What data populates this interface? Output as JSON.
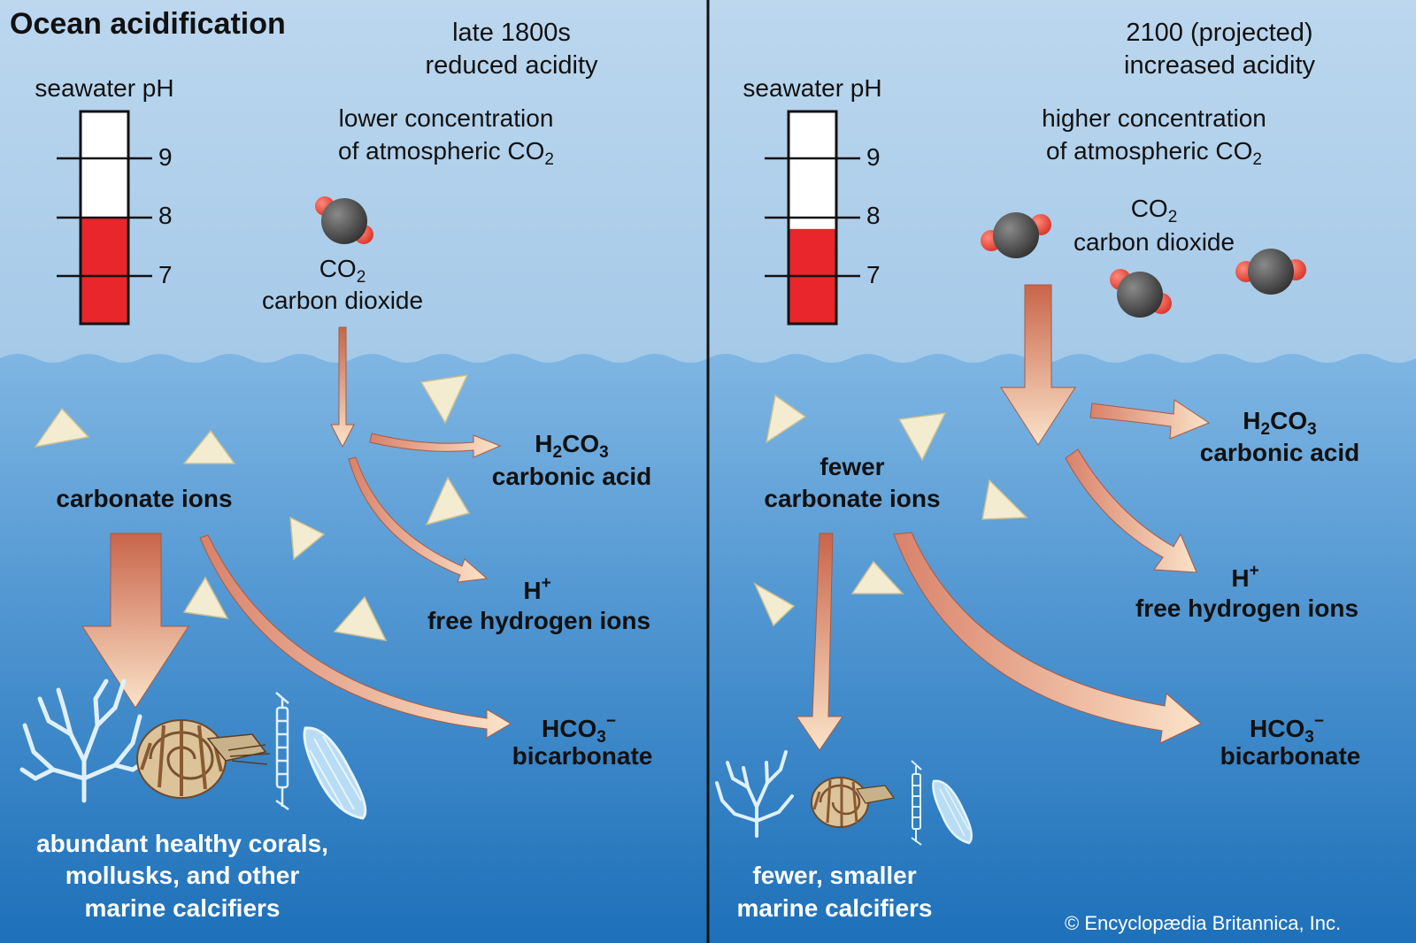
{
  "title": "Ocean acidification",
  "credit": "© Encyclopædia Britannica, Inc.",
  "colors": {
    "sky_top": "#bcd7ee",
    "sky_bottom": "#a4c9e8",
    "water_top": "#7fb6e3",
    "water_bottom": "#1d70b9",
    "arrow_dark": "#c8654a",
    "arrow_light": "#fbe3c8",
    "ph_red": "#e8262b",
    "divider": "#111111"
  },
  "panels": [
    {
      "era": "late 1800s",
      "acidity": "reduced acidity",
      "ph_label": "seawater pH",
      "ph_ticks": [
        "9",
        "8",
        "7"
      ],
      "ph_level": 8.0,
      "atmo_line1": "lower concentration",
      "atmo_line2_text": "of atmospheric CO",
      "atmo_line2_sub": "2",
      "co2_text": "CO",
      "co2_sub": "2",
      "co2_name": "carbon dioxide",
      "carbonate_label": [
        "carbonate ions"
      ],
      "acid_pre": "H",
      "acid_sub1": "2",
      "acid_mid": "CO",
      "acid_sub2": "3",
      "acid_name": "carbonic acid",
      "hydrogen_text": "H",
      "hydrogen_sup": "+",
      "hydrogen_name": "free hydrogen ions",
      "bicarb_text": "HCO",
      "bicarb_sub": "3",
      "bicarb_sup": "−",
      "bicarb_name": "bicarbonate",
      "calcifier_label": [
        "abundant healthy corals,",
        "mollusks, and other",
        "marine calcifiers"
      ],
      "molecule_count": 1
    },
    {
      "era": "2100 (projected)",
      "acidity": "increased acidity",
      "ph_label": "seawater pH",
      "ph_ticks": [
        "9",
        "8",
        "7"
      ],
      "ph_level": 7.8,
      "atmo_line1": "higher concentration",
      "atmo_line2_text": "of atmospheric CO",
      "atmo_line2_sub": "2",
      "co2_text": "CO",
      "co2_sub": "2",
      "co2_name": "carbon dioxide",
      "carbonate_label": [
        "fewer",
        "carbonate ions"
      ],
      "acid_pre": "H",
      "acid_sub1": "2",
      "acid_mid": "CO",
      "acid_sub2": "3",
      "acid_name": "carbonic acid",
      "hydrogen_text": "H",
      "hydrogen_sup": "+",
      "hydrogen_name": "free hydrogen ions",
      "bicarb_text": "HCO",
      "bicarb_sub": "3",
      "bicarb_sup": "−",
      "bicarb_name": "bicarbonate",
      "calcifier_label": [
        "fewer, smaller",
        "marine calcifiers"
      ],
      "molecule_count": 3
    }
  ]
}
